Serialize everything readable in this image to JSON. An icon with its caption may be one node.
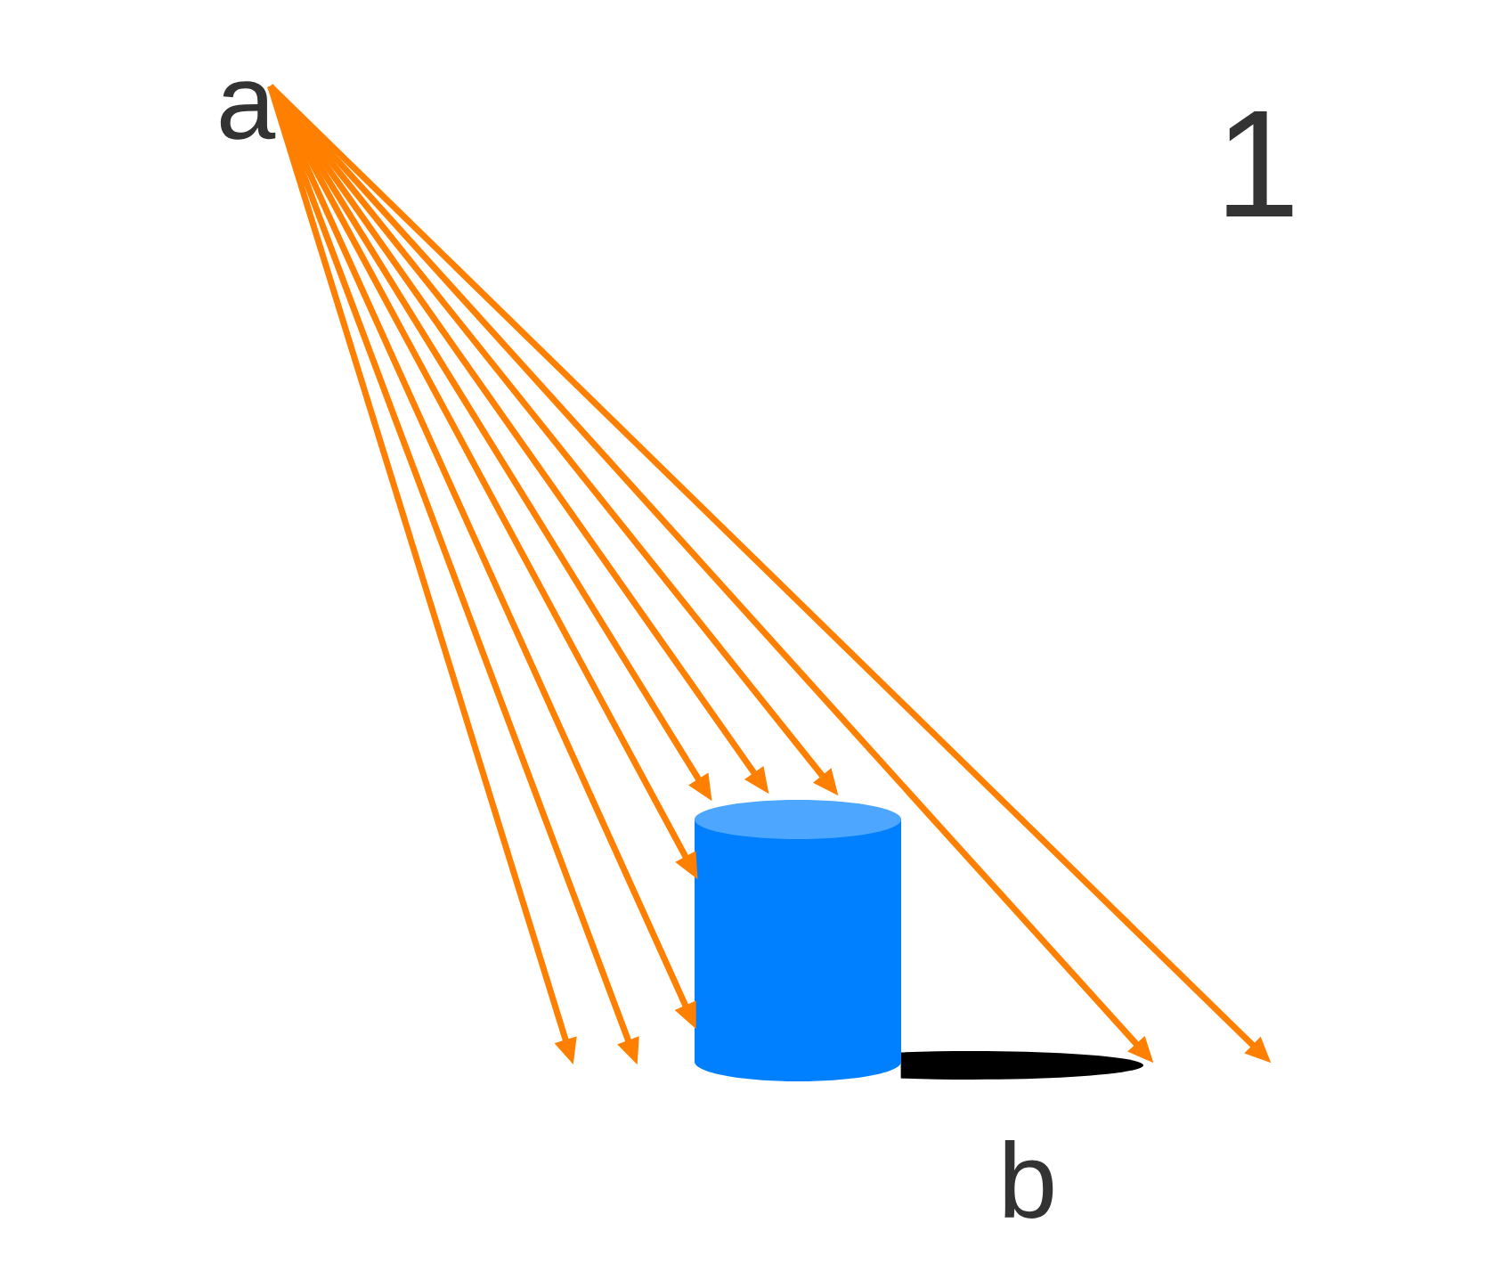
{
  "diagram": {
    "nodes": [
      {
        "text": [
          "a"
        ]
      },
      {
        "text": [],
        "shape": "cylinder"
      },
      {
        "text": [],
        "shape": "ellipse"
      }
    ],
    "edges": [
      {
        "from": 0,
        "to": null,
        "arrow": "to"
      },
      {
        "from": 0,
        "to": null,
        "arrow": "to"
      },
      {
        "from": 0,
        "to": 1,
        "arrow": "to"
      },
      {
        "from": 0,
        "to": 1,
        "arrow": "to"
      },
      {
        "from": 0,
        "to": 1,
        "arrow": "to"
      },
      {
        "from": 0,
        "to": 1,
        "arrow": "to"
      },
      {
        "from": 0,
        "to": 1,
        "arrow": "to"
      },
      {
        "from": 0,
        "to": 2,
        "arrow": "to"
      },
      {
        "from": 0,
        "to": null,
        "arrow": "to"
      }
    ],
    "labels": [
      "1",
      "b"
    ]
  }
}
